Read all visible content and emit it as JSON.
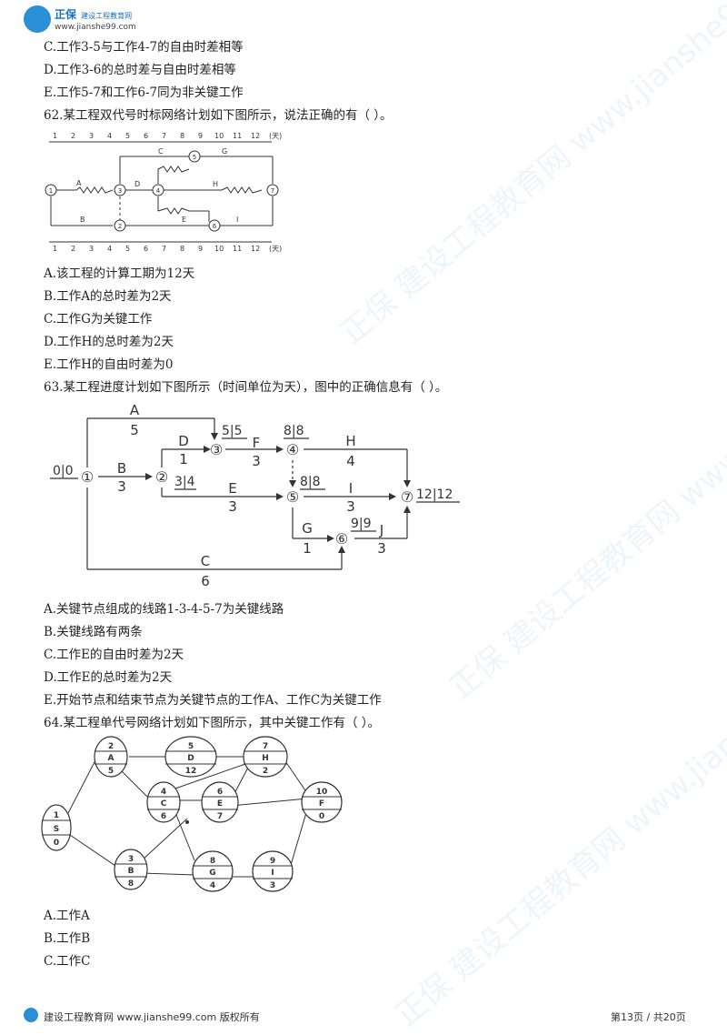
{
  "header": {
    "brand_cn": "正保",
    "brand_sub": "建设工程教育网",
    "url": "www.jianshe99.com"
  },
  "lines": [
    "C.工作3-5与工作4-7的自由时差相等",
    "D.工作3-6的总时差与自由时差相等",
    "E.工作5-7和工作6-7同为非关键工作",
    "62.某工程双代号时标网络计划如下图所示，说法正确的有（   ）。",
    "A.该工程的计算工期为12天",
    "B.工作A的总时差为2天",
    "C.工作G为关键工作",
    "D.工作H的总时差为2天",
    "E.工作H的自由时差为0",
    "63.某工程进度计划如下图所示（时间单位为天），图中的正确信息有（   ）。",
    "A.关键节点组成的线路1-3-4-5-7为关键线路",
    "B.关键线路有两条",
    "C.工作E的自由时差为2天",
    "D.工作E的总时差为2天",
    "E.开始节点和结束节点为关键节点的工作A、工作C为关键工作",
    "64.某工程单代号网络计划如下图所示，其中关键工作有（   ）。",
    "A.工作A",
    "B.工作B",
    "C.工作C"
  ],
  "diagram62": {
    "scale": [
      "1",
      "2",
      "3",
      "4",
      "5",
      "6",
      "7",
      "8",
      "9",
      "10",
      "11",
      "12"
    ],
    "unit": "(天)",
    "nodes": [
      "1",
      "2",
      "3",
      "4",
      "5",
      "6",
      "7"
    ],
    "activities": [
      "A",
      "B",
      "C",
      "D",
      "E",
      "G",
      "H",
      "I"
    ]
  },
  "diagram63": {
    "start_label": "0|0",
    "nodes": [
      "①",
      "②",
      "③",
      "④",
      "⑤",
      "⑥",
      "⑦"
    ],
    "node_times": {
      "n2": "3|4",
      "n3": "5|5",
      "n4": "8|8",
      "n5": "8|8",
      "n6": "9|9",
      "n7": "12|12"
    },
    "activities": [
      {
        "name": "A",
        "dur": "5"
      },
      {
        "name": "B",
        "dur": "3"
      },
      {
        "name": "C",
        "dur": "6"
      },
      {
        "name": "D",
        "dur": "1"
      },
      {
        "name": "E",
        "dur": "3"
      },
      {
        "name": "F",
        "dur": "3"
      },
      {
        "name": "G",
        "dur": "1"
      },
      {
        "name": "H",
        "dur": "4"
      },
      {
        "name": "I",
        "dur": "3"
      },
      {
        "name": "J",
        "dur": "3"
      }
    ]
  },
  "diagram64": {
    "nodes": [
      {
        "id": "1",
        "name": "S",
        "dur": "0"
      },
      {
        "id": "2",
        "name": "A",
        "dur": "5"
      },
      {
        "id": "3",
        "name": "B",
        "dur": "8"
      },
      {
        "id": "4",
        "name": "C",
        "dur": "6"
      },
      {
        "id": "5",
        "name": "D",
        "dur": "12"
      },
      {
        "id": "6",
        "name": "E",
        "dur": "7"
      },
      {
        "id": "7",
        "name": "H",
        "dur": "2"
      },
      {
        "id": "8",
        "name": "G",
        "dur": "4"
      },
      {
        "id": "9",
        "name": "I",
        "dur": "3"
      },
      {
        "id": "10",
        "name": "F",
        "dur": "0"
      }
    ]
  },
  "watermark": "正保 建设工程教育网 www.jianshe99.com",
  "footer": {
    "left": "建设工程教育网 www.jianshe99.com 版权所有",
    "page": "第13页 / 共20页"
  }
}
